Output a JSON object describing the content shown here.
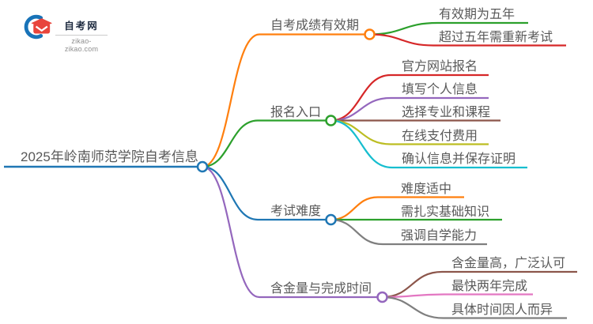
{
  "brand": {
    "title": "自考网",
    "domain": "zikao-zikao.com",
    "colors": {
      "crescent_blue": "#1873b8",
      "cap_red": "#e8453c",
      "title_navy": "#1e2b40"
    }
  },
  "mindmap": {
    "text_color": "#595959",
    "root": {
      "label": "2025年岭南师范学院自考信息",
      "color": "#1f77b4"
    },
    "branches": [
      {
        "label": "自考成绩有效期",
        "color": "#ff7f0e",
        "children": [
          {
            "label": "有效期为五年",
            "color": "#2ca02c"
          },
          {
            "label": "超过五年需重新考试",
            "color": "#d62728"
          }
        ]
      },
      {
        "label": "报名入口",
        "color": "#2ca02c",
        "children": [
          {
            "label": "官方网站报名",
            "color": "#d62728"
          },
          {
            "label": "填写个人信息",
            "color": "#9467bd"
          },
          {
            "label": "选择专业和课程",
            "color": "#8c564b"
          },
          {
            "label": "在线支付费用",
            "color": "#bcbd22"
          },
          {
            "label": "确认信息并保存证明",
            "color": "#17becf"
          }
        ]
      },
      {
        "label": "考试难度",
        "color": "#1f77b4",
        "children": [
          {
            "label": "难度适中",
            "color": "#ff7f0e"
          },
          {
            "label": "需扎实基础知识",
            "color": "#2ca02c"
          },
          {
            "label": "强调自学能力",
            "color": "#7f7f7f"
          }
        ]
      },
      {
        "label": "含金量与完成时间",
        "color": "#9467bd",
        "children": [
          {
            "label": "含金量高，广泛认可",
            "color": "#8c564b"
          },
          {
            "label": "最快两年完成",
            "color": "#e377c2"
          },
          {
            "label": "具体时间因人而异",
            "color": "#7f7f7f"
          }
        ]
      }
    ]
  }
}
